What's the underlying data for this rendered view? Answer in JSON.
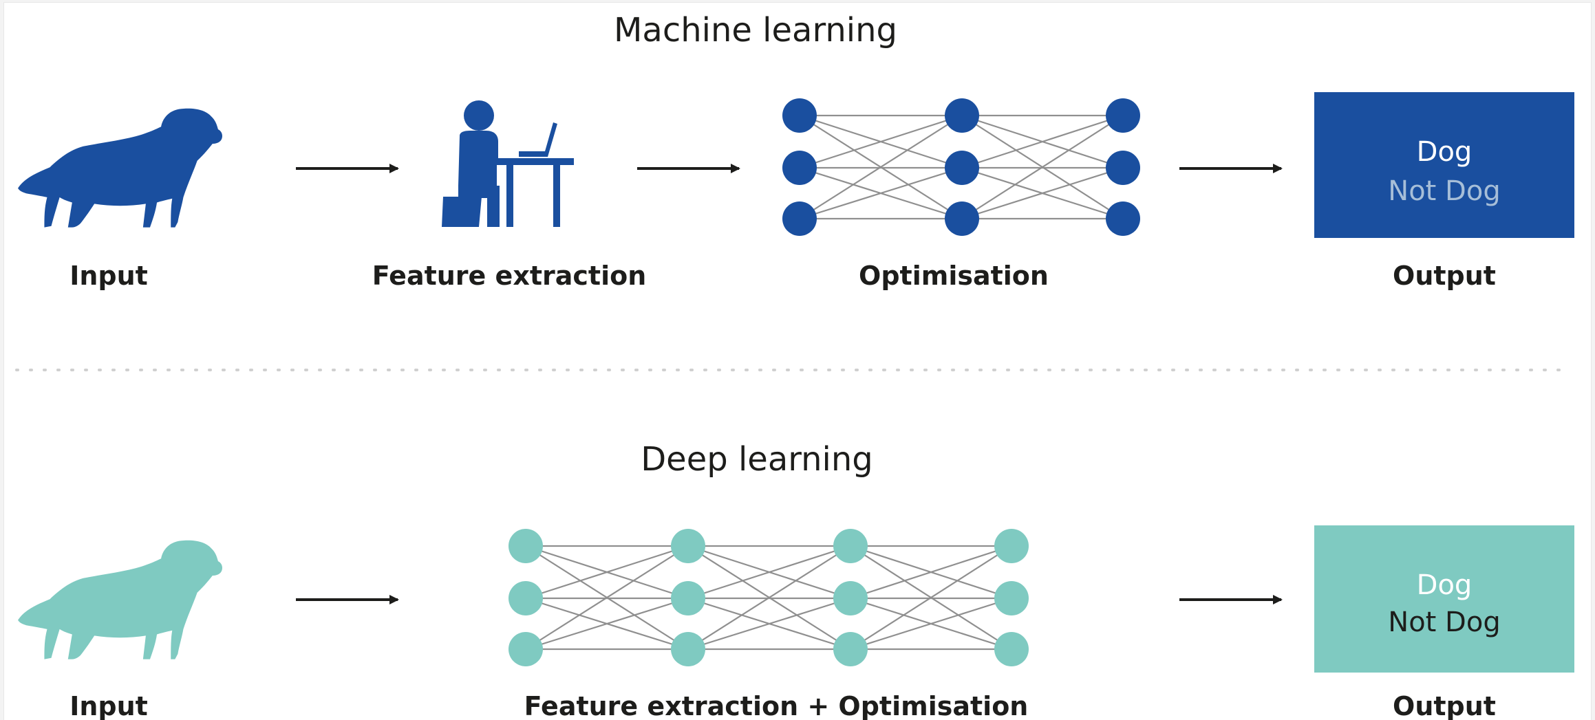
{
  "colors": {
    "ml_blue": "#1a4f9f",
    "dl_teal": "#7fcac1",
    "line_gray": "#8f8f8f",
    "arrow": "#1d1d1b",
    "muted_text": "#a6bed8",
    "dark_text": "#1d1d1b",
    "white_text": "#ffffff"
  },
  "machine_learning": {
    "title": "Machine learning",
    "input_label": "Input",
    "feature_label": "Feature extraction",
    "optimisation_label": "Optimisation",
    "output_label": "Output",
    "output_box": {
      "line1": "Dog",
      "line2": "Not Dog"
    },
    "input_icon": "dog-icon",
    "feature_icon": "person-at-laptop-icon",
    "network_icon": "neural-network-icon",
    "network_layers": 3,
    "nodes_per_layer": 3
  },
  "deep_learning": {
    "title": "Deep learning",
    "input_label": "Input",
    "feature_opt_label": "Feature extraction + Optimisation",
    "output_label": "Output",
    "output_box": {
      "line1": "Dog",
      "line2": "Not Dog"
    },
    "input_icon": "dog-icon",
    "network_icon": "neural-network-icon",
    "network_layers": 4,
    "nodes_per_layer": 3
  }
}
